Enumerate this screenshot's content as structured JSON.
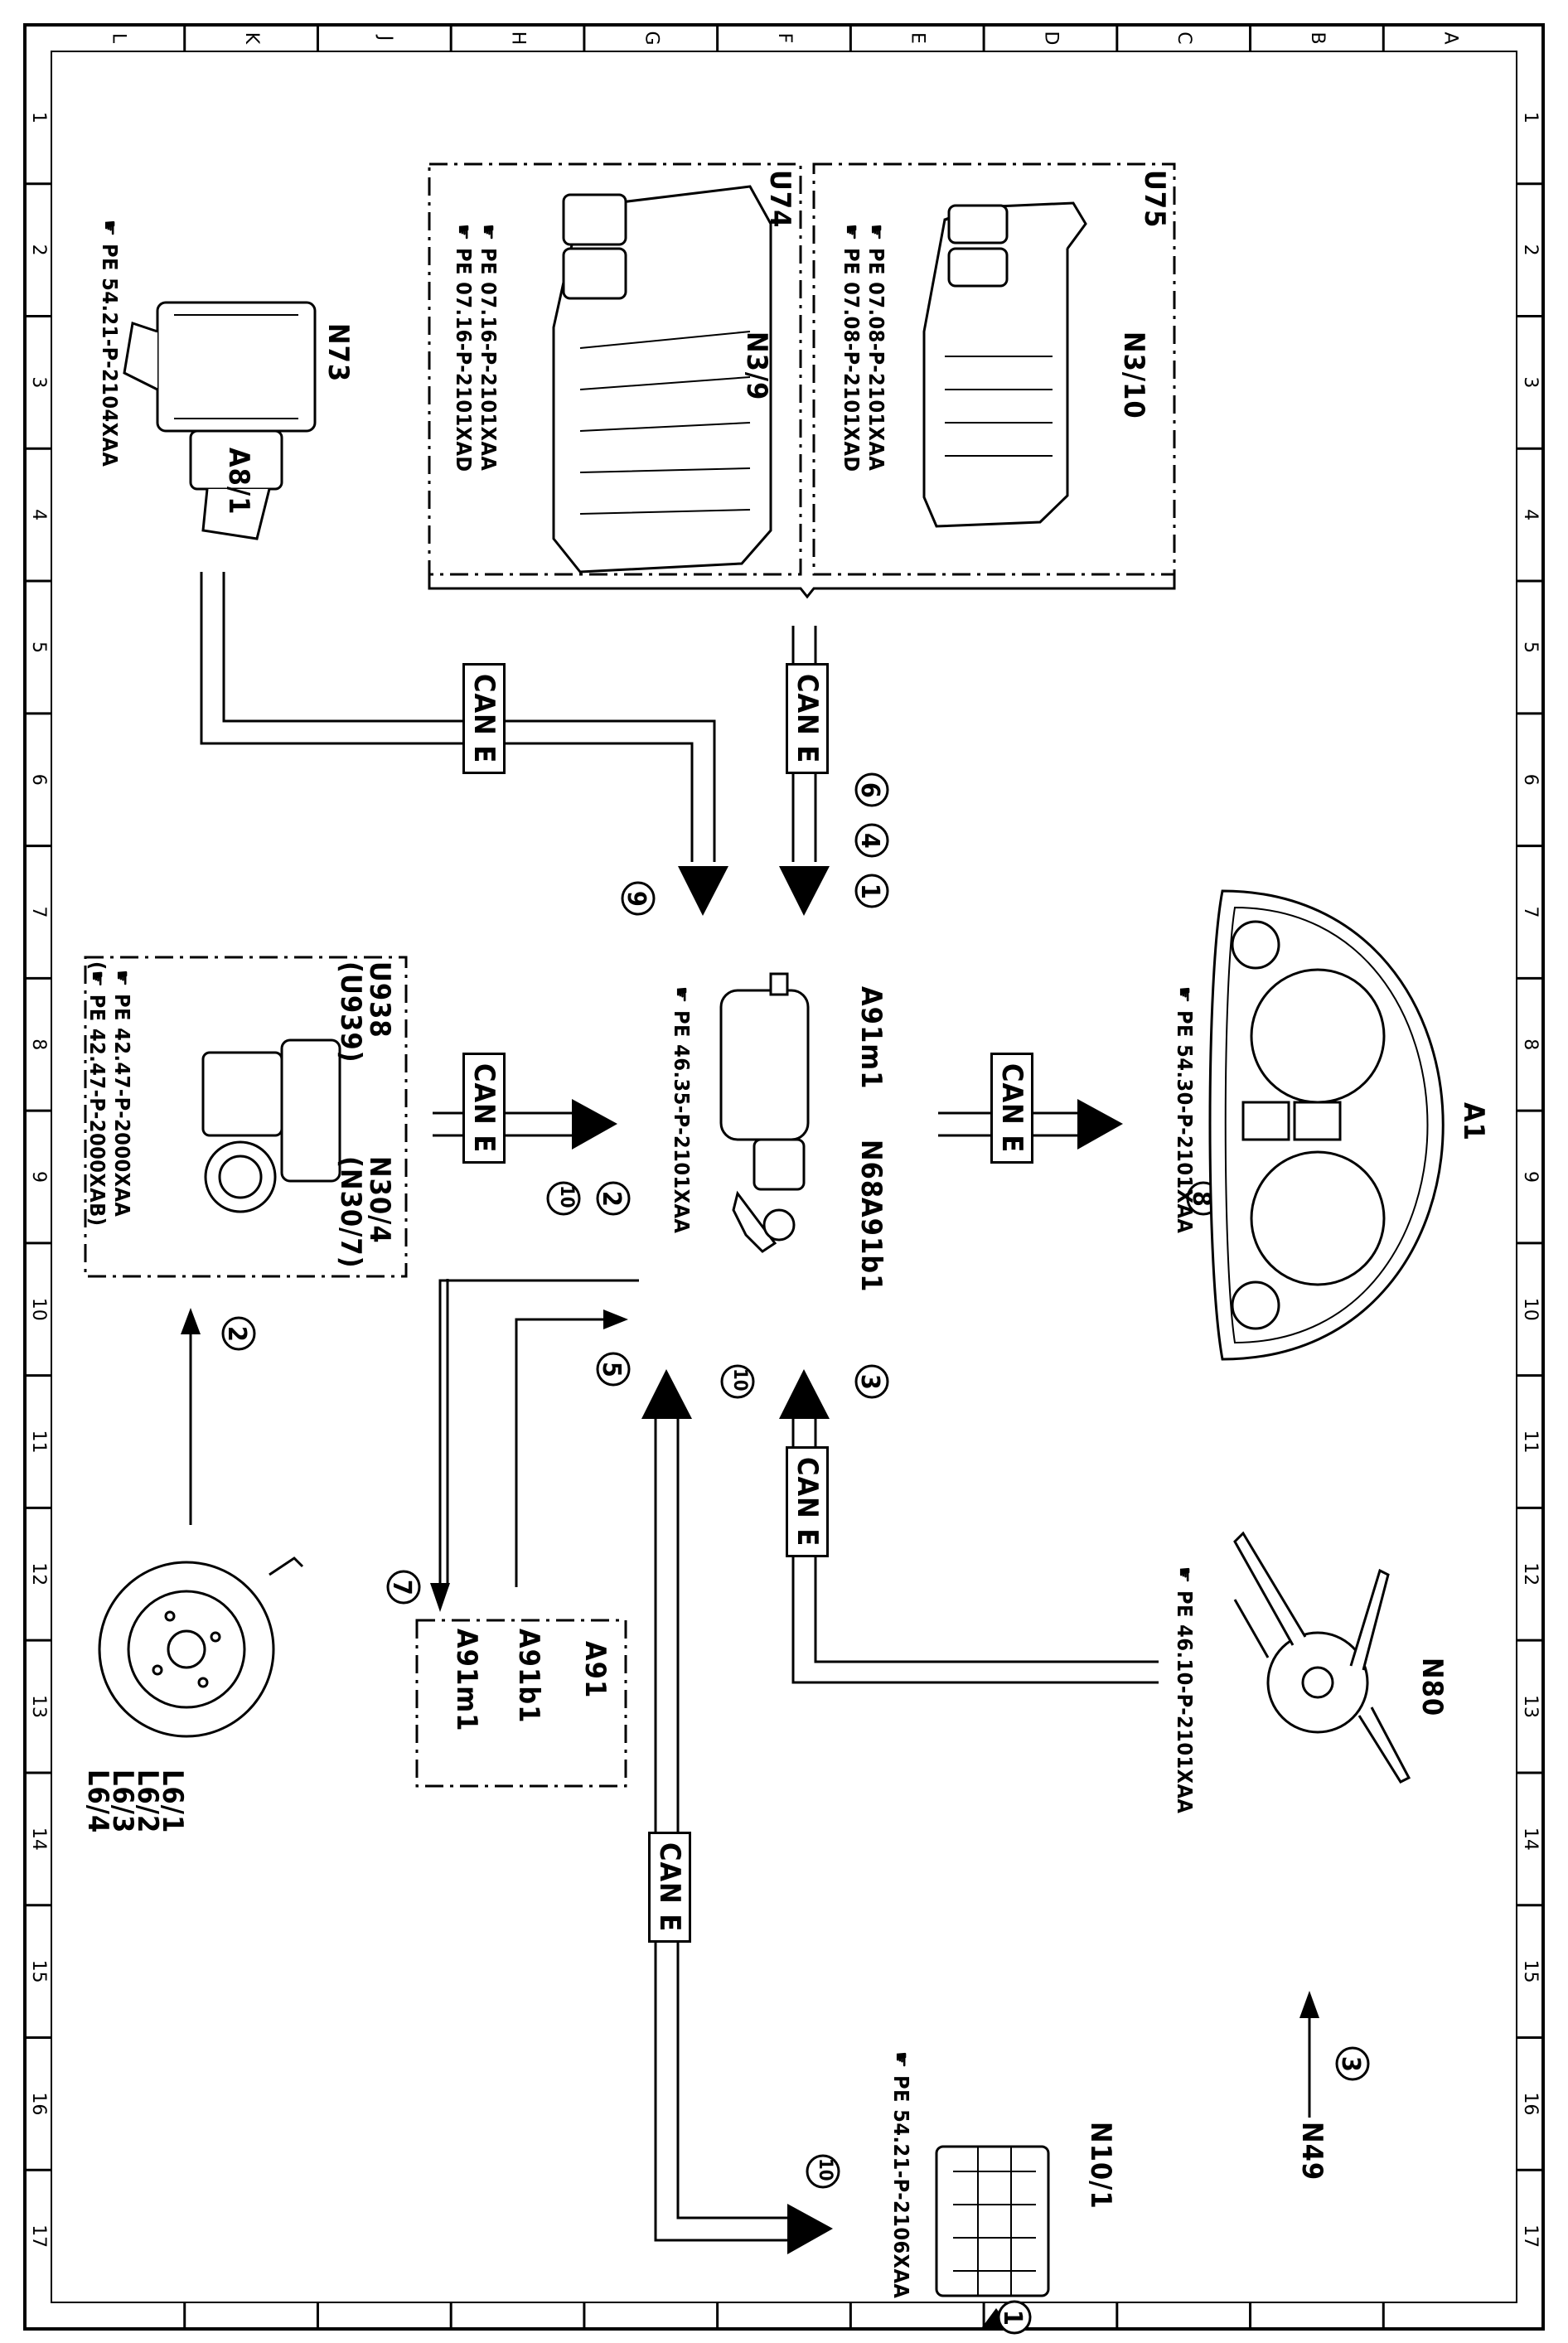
{
  "frame": {
    "columns_top": [
      "L",
      "K",
      "J",
      "H",
      "G",
      "F",
      "E",
      "D",
      "C",
      "B",
      "A"
    ],
    "rows_side": [
      "1",
      "2",
      "3",
      "4",
      "5",
      "6",
      "7",
      "8",
      "9",
      "10",
      "11",
      "12",
      "13",
      "14",
      "15",
      "16",
      "17"
    ]
  },
  "bus_label": "CAN E",
  "components": {
    "u75": {
      "id": "U75",
      "code": "N3/10",
      "refs": [
        "PE 07.08-P-2101XAA",
        "PE 07.08-P-2101XAD"
      ]
    },
    "u74": {
      "id": "U74",
      "code": "N3/9",
      "refs": [
        "PE 07.16-P-2101XAA",
        "PE 07.16-P-2101XAD"
      ]
    },
    "n73": {
      "code": "N73",
      "sub": "A8/1",
      "ref": "PE 54.21-P-2104XAA"
    },
    "a1": {
      "code": "A1",
      "ref": "PE 54.30-P-2101XAA"
    },
    "steering": {
      "a91m1": "A91m1",
      "n68": "N68",
      "a91b1": "A91b1",
      "ref": "PE 46.35-P-2101XAA"
    },
    "u938": {
      "line1": "U938",
      "line1b": "N30/4",
      "line2": "(U939)",
      "line2b": "(N30/7)",
      "ref1": "PE 42.47-P-2000XAA",
      "ref2": "(☛ PE 42.47-P-2000XAB)"
    },
    "a91box": {
      "title": "A91",
      "item1": "A91b1",
      "item2": "A91m1"
    },
    "n80": {
      "code": "N80",
      "ref": "PE 46.10-P-2101XAA"
    },
    "n49": {
      "code": "N49"
    },
    "wheel": {
      "labels": [
        "L6/1",
        "L6/2",
        "L6/3",
        "L6/4"
      ]
    },
    "n10": {
      "code": "N10/1",
      "ref": "PE 54.21-P-2106XAA"
    }
  },
  "step_numbers": {
    "s1": "1",
    "s2": "2",
    "s3": "3",
    "s4": "4",
    "s5": "5",
    "s6": "6",
    "s7": "7",
    "s8": "8",
    "s9": "9",
    "s10": "10"
  },
  "colors": {
    "line": "#000000",
    "fill": "#ffffff"
  }
}
